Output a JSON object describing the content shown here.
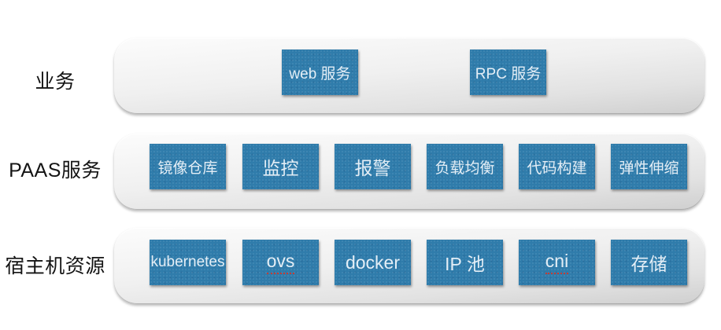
{
  "diagram": {
    "title_hint": "container-platform-architecture",
    "colors": {
      "node_blue": "#2f7cab",
      "node_text": "#e4eef6",
      "bar_gray_top": "#fcfcfc",
      "bar_gray_bottom": "#cfcfcf",
      "label_text": "#141414",
      "misspell_underline_red": "#c43b33",
      "background": "#ffffff"
    },
    "layers": [
      {
        "label": "业务",
        "items": [
          {
            "label": "web 服务"
          },
          {
            "label": "RPC 服务"
          }
        ]
      },
      {
        "label": "PAAS服务",
        "items": [
          {
            "label": "镜像仓库"
          },
          {
            "label": "监控"
          },
          {
            "label": "报警"
          },
          {
            "label": "负载均衡"
          },
          {
            "label": "代码构建"
          },
          {
            "label": "弹性伸缩"
          }
        ]
      },
      {
        "label": "宿主机资源",
        "items": [
          {
            "label": "kubernetes"
          },
          {
            "label": "ovs",
            "misspelled": true
          },
          {
            "label": "docker"
          },
          {
            "label": "IP 池"
          },
          {
            "label": "cni",
            "misspelled": true
          },
          {
            "label": "存储"
          }
        ]
      }
    ]
  }
}
